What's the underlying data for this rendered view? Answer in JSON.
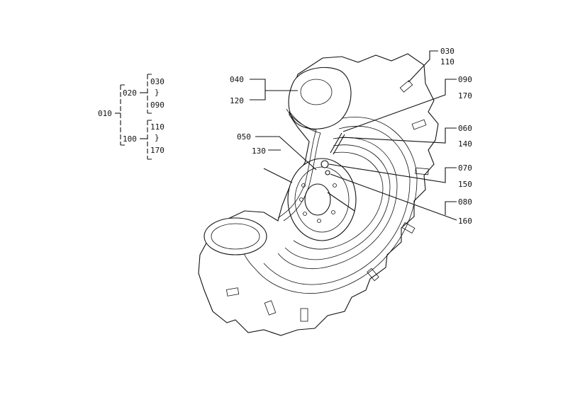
{
  "tree": {
    "root": "010",
    "group_a": "020",
    "group_a_from": "030",
    "group_a_sep": "}",
    "group_a_to": "090",
    "group_b": "100",
    "group_b_from": "110",
    "group_b_sep": "}",
    "group_b_to": "170"
  },
  "callouts": {
    "c030": "030",
    "c110": "110",
    "c040": "040",
    "c120": "120",
    "c090": "090",
    "c170": "170",
    "c050": "050",
    "c130": "130",
    "c060": "060",
    "c140": "140",
    "c070": "070",
    "c150": "150",
    "c080": "080",
    "c160": "160"
  }
}
